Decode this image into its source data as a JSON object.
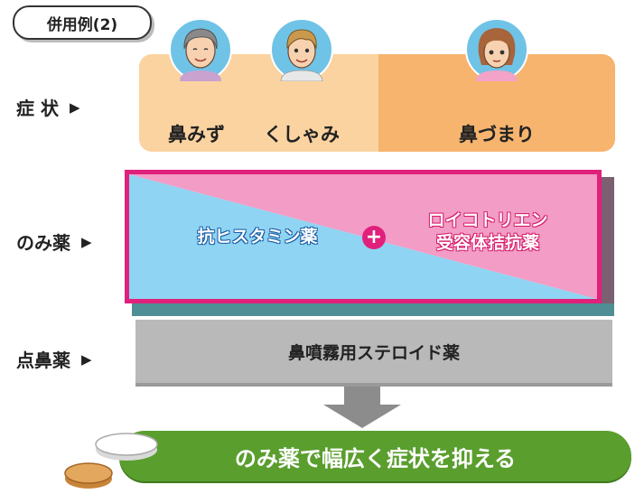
{
  "tag": {
    "label": "併用例(2)"
  },
  "rows": {
    "symptoms": {
      "label": "症 状",
      "arrow": "▶"
    },
    "oral": {
      "label": "のみ薬",
      "arrow": "▶"
    },
    "nasal": {
      "label": "点鼻薬",
      "arrow": "▶"
    }
  },
  "symptoms": {
    "runny_nose": "鼻みず",
    "sneeze": "くしゃみ",
    "congestion": "鼻づまり"
  },
  "oral": {
    "antihistamine": "抗ヒスタミン薬",
    "plus": "+",
    "leukotriene_line1": "ロイコトリエン",
    "leukotriene_line2": "受容体拮抗薬"
  },
  "nasal": {
    "label": "鼻噴霧用ステロイド薬"
  },
  "result": {
    "label": "のみ薬で幅広く症状を抑える"
  },
  "colors": {
    "symptom_light": "#fbd3a0",
    "symptom_dark": "#f6b46e",
    "antihistamine_blue": "#8fd4f2",
    "leukotriene_pink": "#f29cc6",
    "box_border": "#e0207b",
    "nasal_gray": "#b9b9b9",
    "result_green": "#5a9e2e"
  }
}
